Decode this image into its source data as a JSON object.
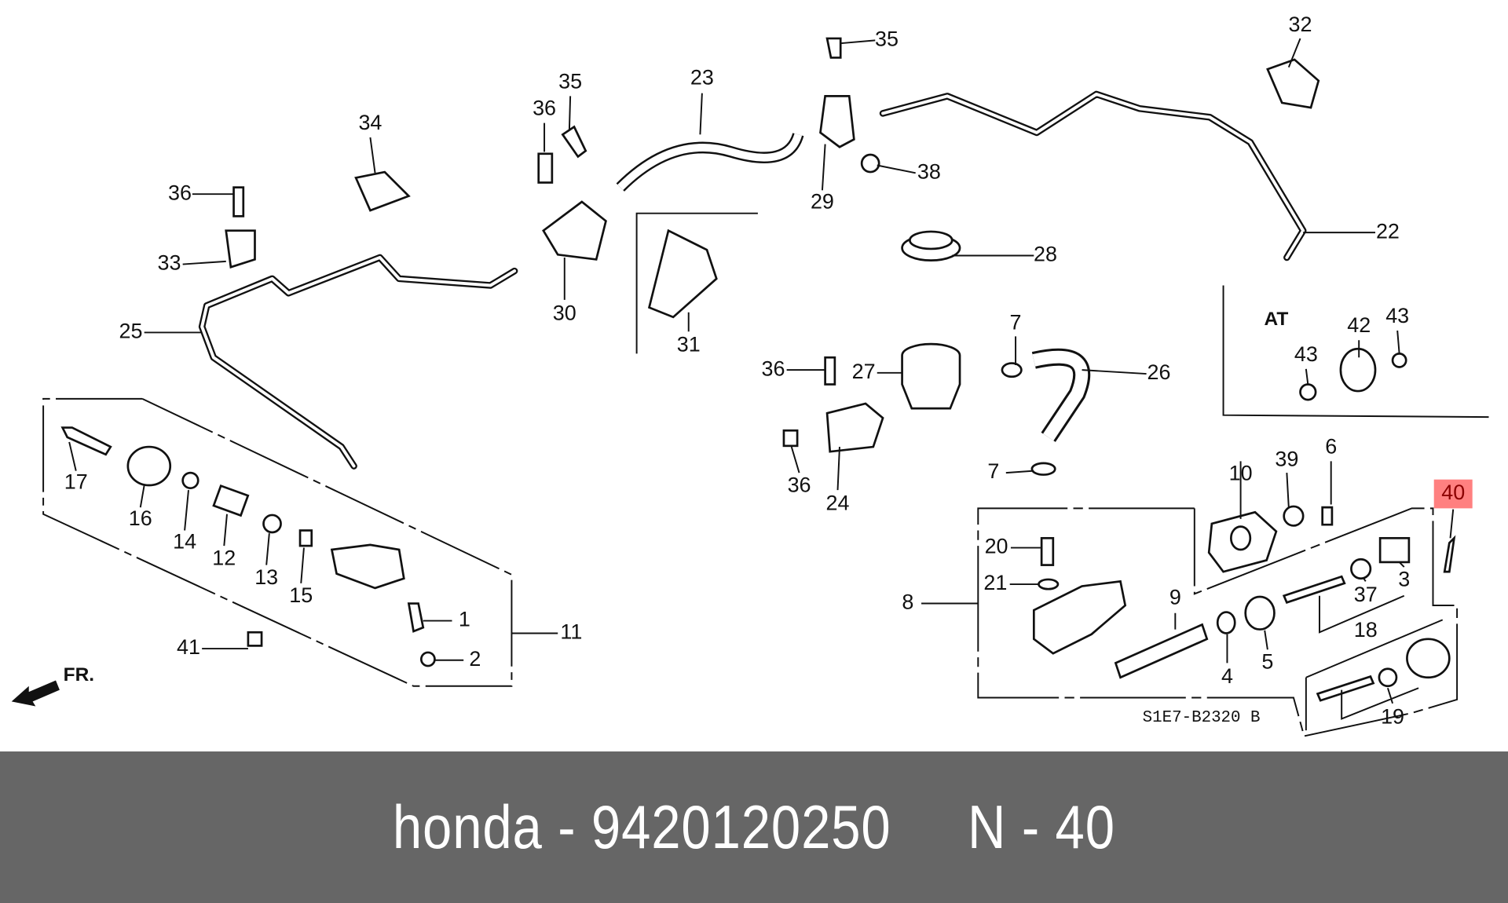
{
  "diagram": {
    "drawing_code": "S1E7-B2320 B",
    "front_marker": "FR.",
    "at_label": "AT",
    "highlighted_part": "40",
    "highlight_color": "#ff8080",
    "callouts": [
      "35",
      "32",
      "23",
      "35",
      "36",
      "34",
      "29",
      "38",
      "36",
      "22",
      "33",
      "30",
      "31",
      "28",
      "25",
      "7",
      "26",
      "36",
      "27",
      "42",
      "43",
      "43",
      "17",
      "16",
      "14",
      "12",
      "13",
      "15",
      "1",
      "11",
      "2",
      "41",
      "36",
      "24",
      "7",
      "10",
      "39",
      "6",
      "40",
      "20",
      "21",
      "8",
      "9",
      "37",
      "3",
      "18",
      "4",
      "5",
      "19"
    ]
  },
  "footer": {
    "text": "honda - 9420120250     N - 40",
    "background": "#666666"
  }
}
